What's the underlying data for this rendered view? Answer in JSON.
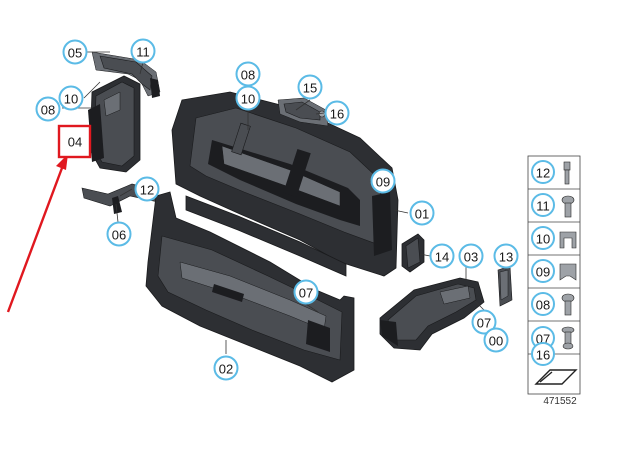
{
  "diagram": {
    "highlight_color": "#e0181f",
    "callout_color": "#5bbbe6",
    "callouts": [
      {
        "id": "c05a",
        "label": "05"
      },
      {
        "id": "c11a",
        "label": "11"
      },
      {
        "id": "c08a",
        "label": "08"
      },
      {
        "id": "c10a",
        "label": "10"
      },
      {
        "id": "c04",
        "label": "04"
      },
      {
        "id": "c08b",
        "label": "08"
      },
      {
        "id": "c10b",
        "label": "10"
      },
      {
        "id": "c15",
        "label": "15"
      },
      {
        "id": "c16a",
        "label": "16"
      },
      {
        "id": "c12a",
        "label": "12"
      },
      {
        "id": "c06",
        "label": "06"
      },
      {
        "id": "c09a",
        "label": "09"
      },
      {
        "id": "c01",
        "label": "01"
      },
      {
        "id": "c14",
        "label": "14"
      },
      {
        "id": "c03",
        "label": "03"
      },
      {
        "id": "c13",
        "label": "13"
      },
      {
        "id": "c07a",
        "label": "07"
      },
      {
        "id": "c07b",
        "label": "07"
      },
      {
        "id": "c00",
        "label": "00"
      },
      {
        "id": "c02",
        "label": "02"
      }
    ],
    "hardware_panel": [
      {
        "label": "12"
      },
      {
        "label": "11"
      },
      {
        "label": "10"
      },
      {
        "label": "09"
      },
      {
        "label": "08"
      },
      {
        "label": "07"
      },
      {
        "label": "16"
      }
    ],
    "diagram_number": "471552"
  }
}
